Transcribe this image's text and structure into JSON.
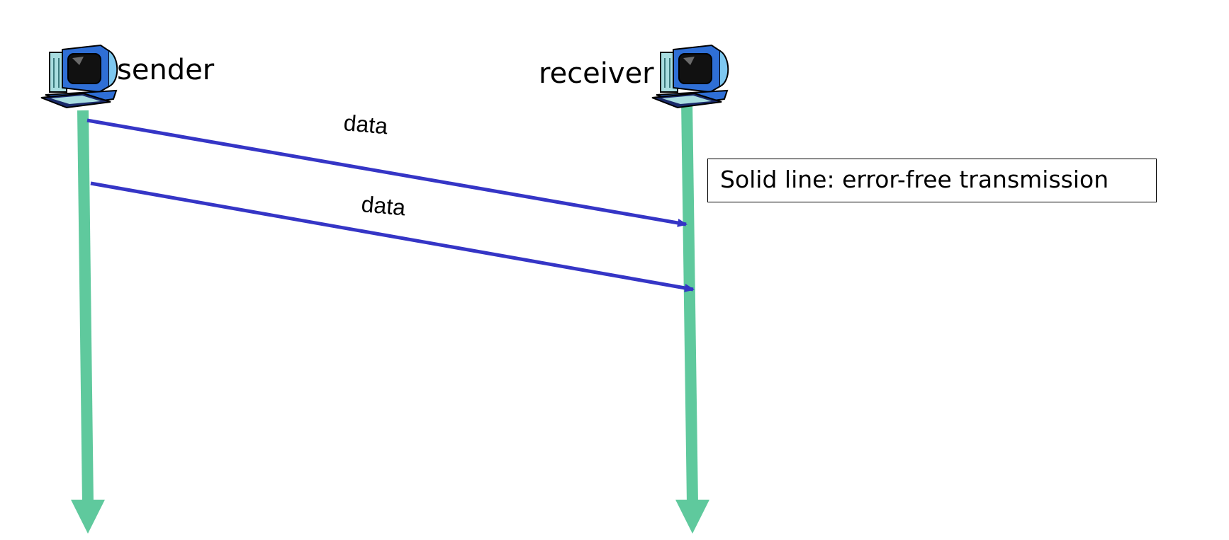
{
  "hosts": {
    "sender": {
      "label": "sender",
      "icon": "computer-icon"
    },
    "receiver": {
      "label": "receiver",
      "icon": "computer-icon"
    }
  },
  "messages": [
    {
      "label": "data",
      "from": "sender",
      "to": "receiver",
      "status": "delivered"
    },
    {
      "label": "data",
      "from": "sender",
      "to": "receiver",
      "status": "delivered"
    }
  ],
  "legend": {
    "text": "Solid line: error-free transmission"
  },
  "colors": {
    "timeline": "#5fc99d",
    "message": "#3535c6",
    "text": "#000000"
  }
}
